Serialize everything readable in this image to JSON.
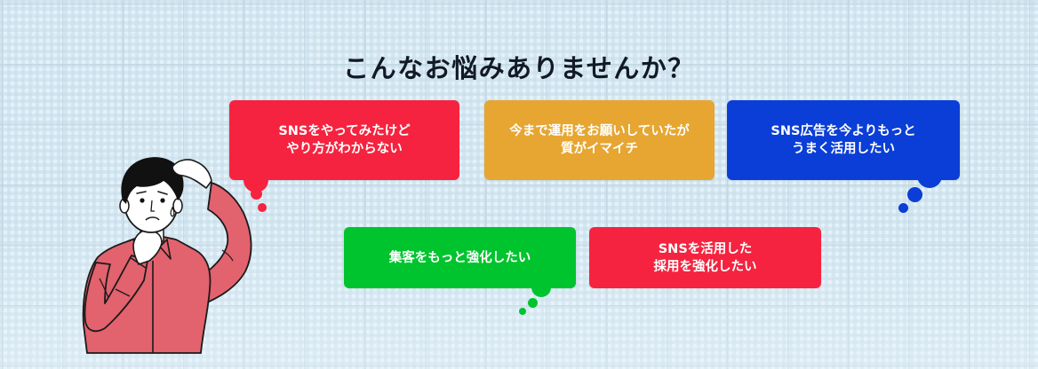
{
  "section": {
    "title": "こんなお悩みありませんか？"
  },
  "colors": {
    "red": "#f5233f",
    "orange": "#e6a631",
    "blue": "#0a3ed6",
    "green": "#00c42e",
    "title": "#111a26",
    "background": "#e2f2fb",
    "shirt": "#e2626e"
  },
  "bubbles": [
    {
      "id": "sns-unknown",
      "text": "SNSをやってみたけど\nやり方がわからない",
      "color": "red"
    },
    {
      "id": "quality-poor",
      "text": "今まで運用をお願いしていたが\n質がイマイチ",
      "color": "orange"
    },
    {
      "id": "ads-better",
      "text": "SNS広告を今よりもっと\nうまく活用したい",
      "color": "blue"
    },
    {
      "id": "customer-acquisition",
      "text": "集客をもっと強化したい",
      "color": "green"
    },
    {
      "id": "recruiting",
      "text": "SNSを活用した\n採用を強化したい",
      "color": "red"
    }
  ],
  "illustration": {
    "subject": "worried-man-scratching-head"
  }
}
